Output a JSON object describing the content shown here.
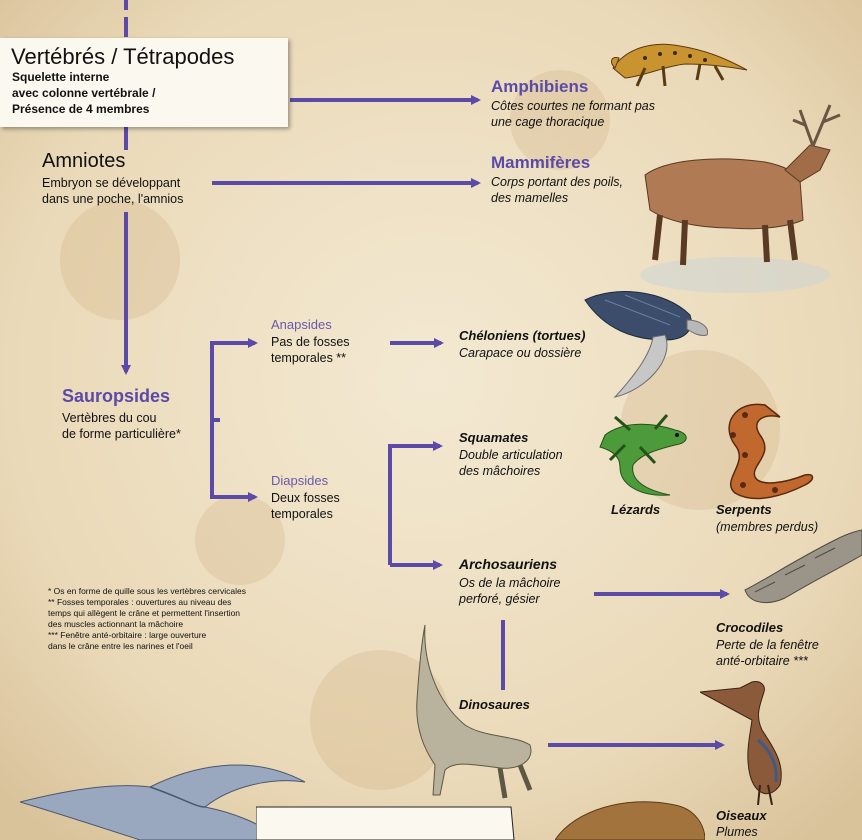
{
  "vertebres": {
    "title": "Vertébrés / Tétrapodes",
    "lines": [
      "Squelette interne",
      "avec colonne vertébrale /",
      "Présence de 4 membres"
    ]
  },
  "amniotes": {
    "title": "Amniotes",
    "lines": [
      "Embryon se développant",
      "dans une poche, l'amnios"
    ]
  },
  "amphibiens": {
    "title": "Amphibiens",
    "lines": [
      "Côtes courtes ne formant pas",
      "une cage thoracique"
    ]
  },
  "mammiferes": {
    "title": "Mammifères",
    "lines": [
      "Corps portant des poils,",
      "des mamelles"
    ]
  },
  "sauropsides": {
    "title": "Sauropsides",
    "lines": [
      "Vertèbres du cou",
      "de forme particulière*"
    ]
  },
  "anapsides": {
    "title": "Anapsides",
    "lines": [
      "Pas de fosses",
      "temporales **"
    ]
  },
  "diapsides": {
    "title": "Diapsides",
    "lines": [
      "Deux fosses",
      "temporales"
    ]
  },
  "cheloniens": {
    "title": "Chéloniens (tortues)",
    "lines": [
      "Carapace ou dossière"
    ]
  },
  "squamates": {
    "title": "Squamates",
    "lines": [
      "Double articulation",
      "des mâchoires"
    ]
  },
  "lezards": {
    "title": "Lézards"
  },
  "serpents": {
    "title": "Serpents",
    "lines": [
      "(membres perdus)"
    ]
  },
  "archosauriens": {
    "title": "Archosauriens",
    "lines": [
      "Os de la mâchoire",
      "perforé, gésier"
    ]
  },
  "crocodiles": {
    "title": "Crocodiles",
    "lines": [
      "Perte de la fenêtre",
      "anté-orbitaire ***"
    ]
  },
  "dinosaures": {
    "title": "Dinosaures"
  },
  "oiseaux": {
    "title": "Oiseaux",
    "lines": [
      "Plumes"
    ]
  },
  "notes": [
    "* Os en forme de quille sous les vertèbres cervicales",
    "** Fosses temporales : ouvertures au niveau des",
    "temps qui allègent le crâne et permettent l'insertion",
    "des muscles actionnant la mâchoire",
    "*** Fenêtre anté-orbitaire : large ouverture",
    "dans le crâne entre les narines et l'oeil"
  ],
  "colors": {
    "arrow": "#5b4aa8",
    "parchment": "#efe3c8",
    "box": "#fbf8ef"
  },
  "icons": [
    "newt-illustration",
    "deer-illustration",
    "turtle-illustration",
    "lizard-illustration",
    "snake-illustration",
    "crocodile-illustration",
    "dinosaur-illustration",
    "heron-illustration",
    "flying-bird-illustration"
  ]
}
